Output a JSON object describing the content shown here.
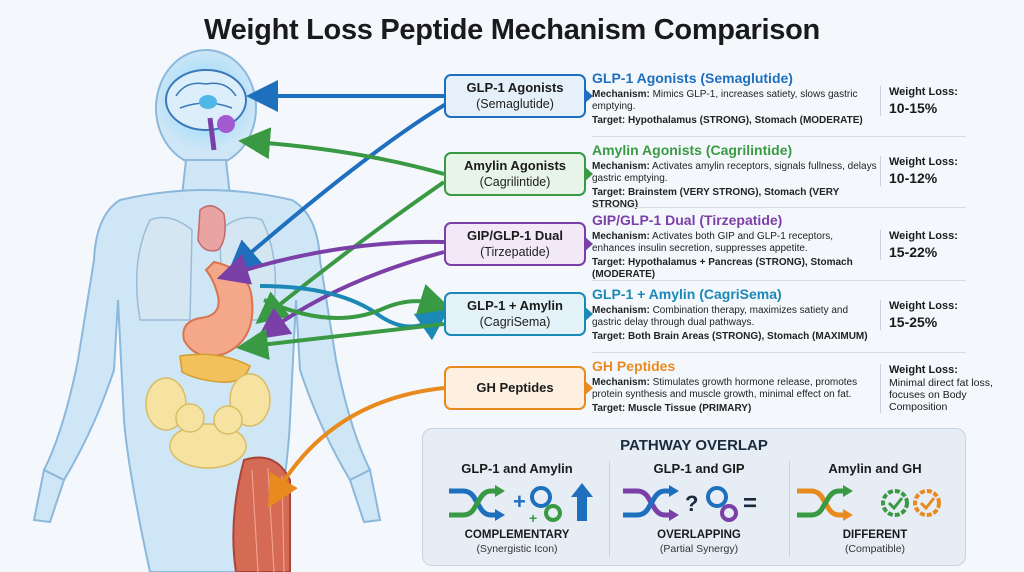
{
  "title": "Weight Loss Peptide Mechanism Comparison",
  "colors": {
    "blue": "#1f6fbf",
    "green": "#3a9a44",
    "purple": "#7b3fa8",
    "teal": "#1b88b5",
    "orange": "#e98a1e"
  },
  "peptides": [
    {
      "card_name": "GLP-1 Agonists",
      "card_sub": "(Semaglutide)",
      "info_title": "GLP-1 Agonists (Semaglutide)",
      "mechanism_label": "Mechanism:",
      "mechanism": "Mimics GLP-1, increases satiety, slows gastric emptying.",
      "target_label": "Target:",
      "target": "Hypothalamus (STRONG), Stomach (MODERATE)",
      "weight_label": "Weight Loss:",
      "weight_value": "10-15%"
    },
    {
      "card_name": "Amylin Agonists",
      "card_sub": "(Cagrilintide)",
      "info_title": "Amylin Agonists (Cagrilintide)",
      "mechanism_label": "Mechanism:",
      "mechanism": "Activates amylin receptors, signals fullness, delays gastric emptying.",
      "target_label": "Target:",
      "target": "Brainstem (VERY STRONG), Stomach (VERY STRONG)",
      "weight_label": "Weight Loss:",
      "weight_value": "10-12%"
    },
    {
      "card_name": "GIP/GLP-1 Dual",
      "card_sub": "(Tirzepatide)",
      "info_title": "GIP/GLP-1 Dual (Tirzepatide)",
      "mechanism_label": "Mechanism:",
      "mechanism": "Activates both GIP and GLP-1 receptors, enhances insulin secretion, suppresses appetite.",
      "target_label": "Target:",
      "target": "Hypothalamus + Pancreas (STRONG), Stomach (MODERATE)",
      "weight_label": "Weight Loss:",
      "weight_value": "15-22%"
    },
    {
      "card_name": "GLP-1 + Amylin",
      "card_sub": "(CagriSema)",
      "info_title": "GLP-1 + Amylin (CagriSema)",
      "mechanism_label": "Mechanism:",
      "mechanism": "Combination therapy, maximizes satiety and gastric delay through dual pathways.",
      "target_label": "Target:",
      "target": "Both Brain Areas (STRONG), Stomach (MAXIMUM)",
      "weight_label": "Weight Loss:",
      "weight_value": "15-25%"
    },
    {
      "card_name": "GH Peptides",
      "card_sub": "",
      "info_title": "GH Peptides",
      "mechanism_label": "Mechanism:",
      "mechanism": "Stimulates growth hormone release, promotes protein synthesis and muscle growth, minimal effect on fat.",
      "target_label": "Target:",
      "target": "Muscle Tissue (PRIMARY)",
      "weight_label": "Weight Loss:",
      "weight_value": "Minimal direct fat loss, focuses on Body Composition"
    }
  ],
  "overlap": {
    "title": "PATHWAY OVERLAP",
    "columns": [
      {
        "title": "GLP-1 and Amylin",
        "kind": "COMPLEMENTARY",
        "sub": "(Synergistic Icon)",
        "icons": [
          "shuffle-icon",
          "plus-icon",
          "gears-plus-icon",
          "arrow-up-icon"
        ]
      },
      {
        "title": "GLP-1 and GIP",
        "kind": "OVERLAPPING",
        "sub": "(Partial Synergy)",
        "icons": [
          "shuffle-icon",
          "question-icon",
          "gears-icon",
          "equals-icon"
        ]
      },
      {
        "title": "Amylin and GH",
        "kind": "DIFFERENT",
        "sub": "(Compatible)",
        "icons": [
          "shuffle-icon",
          "gear-check-icon",
          "gear-check-icon"
        ]
      }
    ]
  }
}
